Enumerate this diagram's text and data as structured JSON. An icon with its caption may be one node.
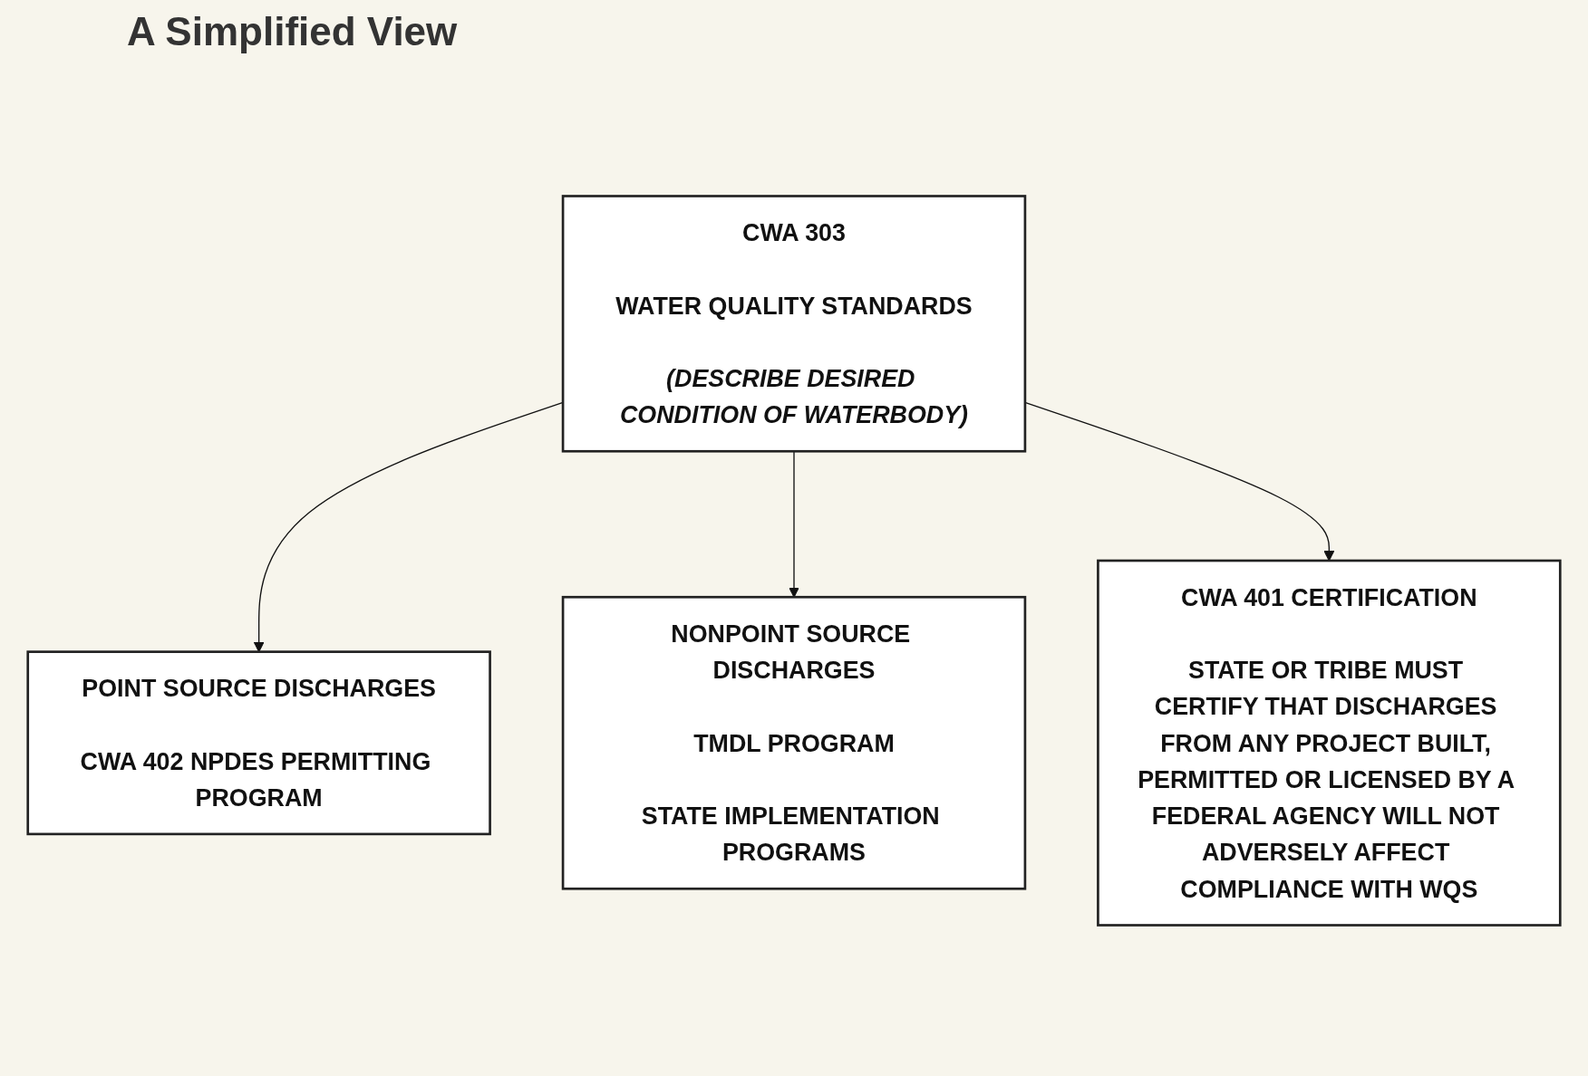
{
  "diagram": {
    "title": "A Simplified View",
    "nodes": [
      {
        "text": [
          "CWA 303",
          "WATER QUALITY STANDARDS",
          "(DESCRIBE DESIRED CONDITION OF WATERBODY)"
        ]
      },
      {
        "text": [
          "POINT SOURCE DISCHARGES",
          "CWA 402 NPDES PERMITTING PROGRAM"
        ]
      },
      {
        "text": [
          "NONPOINT SOURCE DISCHARGES",
          "TMDL PROGRAM",
          "STATE IMPLEMENTATION PROGRAMS"
        ]
      },
      {
        "text": [
          "CWA 401 CERTIFICATION",
          "STATE OR TRIBE MUST CERTIFY THAT DISCHARGES FROM ANY PROJECT BUILT, PERMITTED OR LICENSED BY A FEDERAL AGENCY WILL NOT ADVERSELY AFFECT COMPLIANCE WITH WQS"
        ]
      }
    ],
    "edges": [
      {
        "from": 0,
        "to": 1,
        "arrow": "to"
      },
      {
        "from": 0,
        "to": 2,
        "arrow": "to"
      },
      {
        "from": 0,
        "to": 3,
        "arrow": "to"
      }
    ]
  }
}
